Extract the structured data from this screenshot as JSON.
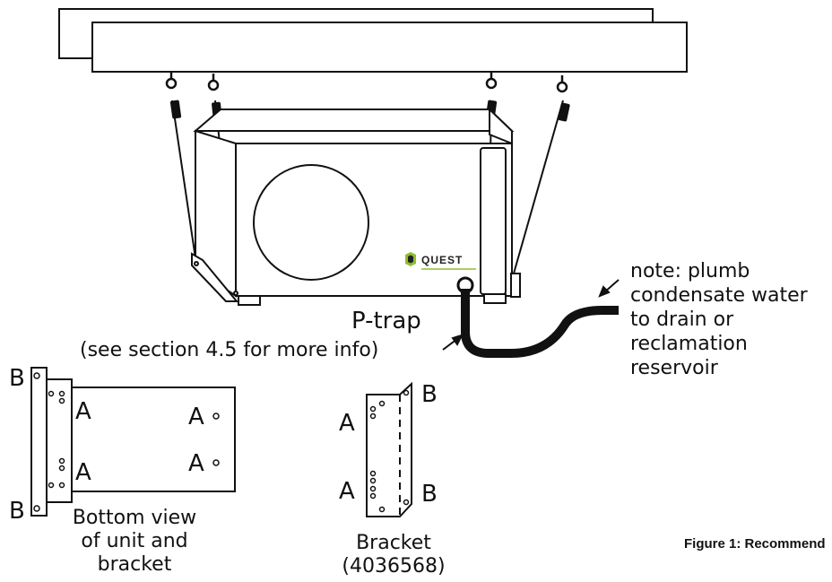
{
  "unit": {
    "brand": "QUEST"
  },
  "labels": {
    "ptrap": "P-trap",
    "ptrap_note": "(see section 4.5 for more info)",
    "note_lines": [
      "note: plumb",
      "condensate water",
      "to drain or",
      "reclamation",
      "reservoir"
    ],
    "letter_a": "A",
    "letter_b": "B"
  },
  "bottom_view": {
    "caption_lines": [
      "Bottom view",
      "of unit and",
      "bracket"
    ]
  },
  "bracket": {
    "caption_lines": [
      "Bracket",
      "(4036568)"
    ]
  },
  "figure_caption": "Figure 1: Recommend"
}
